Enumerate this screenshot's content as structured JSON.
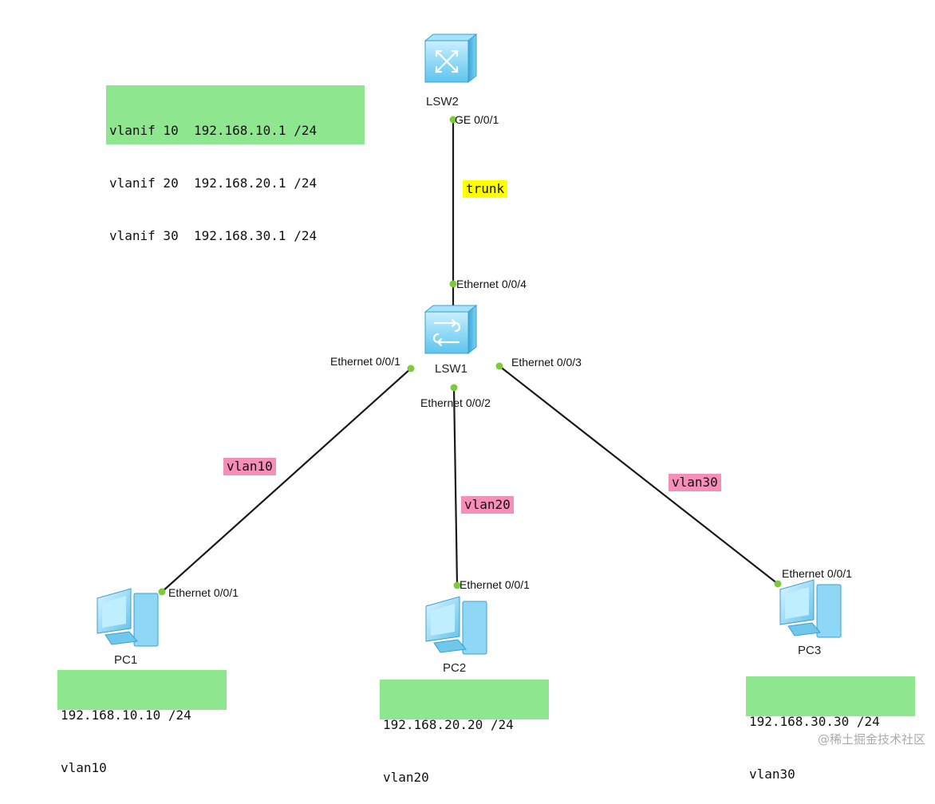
{
  "colors": {
    "link": "#1a1a1a",
    "port_dot": "#7dcb3a",
    "note_bg": "#8ee68e",
    "vlan_tag_bg": "#f58fb9",
    "trunk_tag_bg": "#ffff00",
    "device_blue": "#7fd3f2"
  },
  "vlanif_note": [
    "vlanif 10  192.168.10.1 /24",
    "vlanif 20  192.168.20.1 /24",
    "vlanif 30  192.168.30.1 /24"
  ],
  "devices": {
    "lsw2": {
      "label": "LSW2",
      "icon": "l3-switch-icon"
    },
    "lsw1": {
      "label": "LSW1",
      "icon": "l2-switch-icon"
    },
    "pc1": {
      "label": "PC1",
      "icon": "pc-icon"
    },
    "pc2": {
      "label": "PC2",
      "icon": "pc-icon"
    },
    "pc3": {
      "label": "PC3",
      "icon": "pc-icon"
    }
  },
  "ports": {
    "lsw2_ge001": "GE 0/0/1",
    "lsw1_e004": "Ethernet 0/0/4",
    "lsw1_e001": "Ethernet 0/0/1",
    "lsw1_e002": "Ethernet 0/0/2",
    "lsw1_e003": "Ethernet 0/0/3",
    "pc1_e001": "Ethernet 0/0/1",
    "pc2_e001": "Ethernet 0/0/1",
    "pc3_e001": "Ethernet 0/0/1"
  },
  "link_tags": {
    "trunk": "trunk",
    "pc1": "vlan10",
    "pc2": "vlan20",
    "pc3": "vlan30"
  },
  "pc_notes": {
    "pc1": {
      "ip": "192.168.10.10 /24",
      "vlan": "vlan10"
    },
    "pc2": {
      "ip": "192.168.20.20 /24",
      "vlan": "vlan20"
    },
    "pc3": {
      "ip": "192.168.30.30 /24",
      "vlan": "vlan30"
    }
  },
  "watermark": "@稀土掘金技术社区"
}
